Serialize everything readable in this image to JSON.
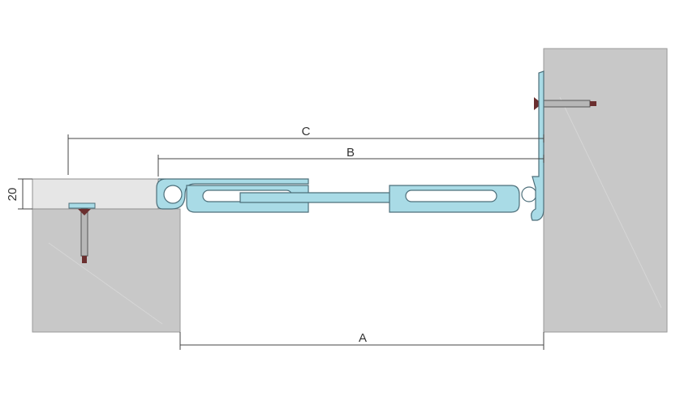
{
  "diagram": {
    "labels": {
      "dim_c": "C",
      "dim_b": "B",
      "dim_a": "A",
      "dim_height": "20"
    },
    "colors": {
      "profile": "#a9dbe6",
      "profile_stroke": "#4d6f7a",
      "concrete": "#c8c8c8",
      "screed": "#e6e6e6",
      "line": "#444444",
      "anchor": "#b7b7b7",
      "anchor_dark": "#6b2f2f"
    }
  }
}
